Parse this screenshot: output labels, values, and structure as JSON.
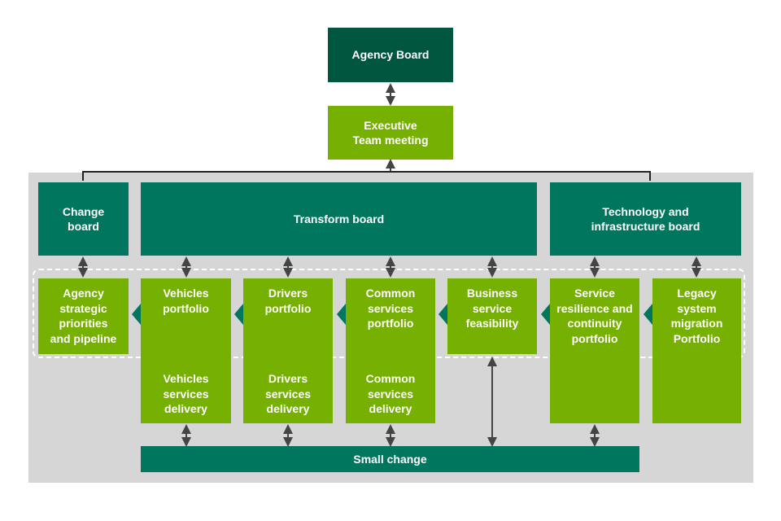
{
  "colors": {
    "top": "#00563f",
    "board": "#00765f",
    "portfolio": "#76b000",
    "panel": "#d6d6d6",
    "arrow": "#444444"
  },
  "agency_board": "Agency Board",
  "executive": "Executive\nTeam meeting",
  "boards": {
    "change": "Change\nboard",
    "transform": "Transform board",
    "technology": "Technology and\ninfrastructure board"
  },
  "portfolios": [
    {
      "label": "Agency\nstrategic\npriorities\nand pipeline"
    },
    {
      "label": "Vehicles\nportfolio",
      "delivery": "Vehicles\nservices\ndelivery"
    },
    {
      "label": "Drivers\nportfolio",
      "delivery": "Drivers\nservices\ndelivery"
    },
    {
      "label": "Common\nservices\nportfolio",
      "delivery": "Common\nservices\ndelivery"
    },
    {
      "label": "Business\nservice\nfeasibility"
    },
    {
      "label": "Service\nresilience and\ncontinuity\nportfolio"
    },
    {
      "label": "Legacy\nsystem\nmigration\nPortfolio"
    }
  ],
  "small_change": "Small change"
}
